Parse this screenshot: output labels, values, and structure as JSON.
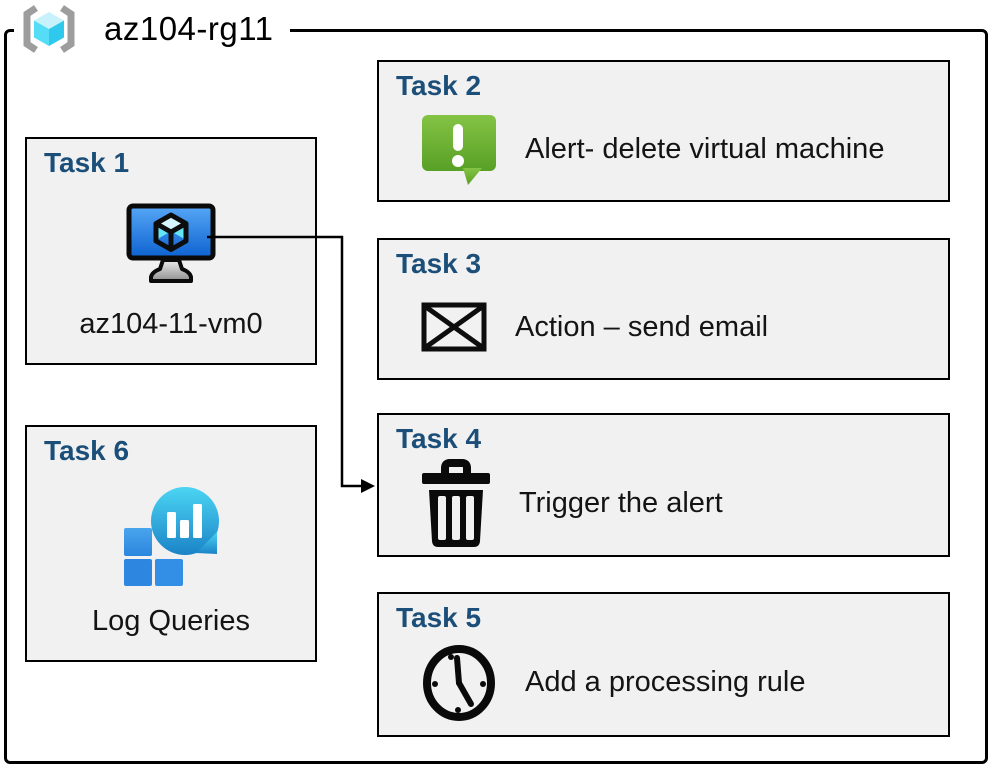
{
  "header": {
    "title": "az104-rg11",
    "icon": "resource-group-icon"
  },
  "tasks": [
    {
      "id": "task1",
      "title": "Task 1",
      "label": "az104-11-vm0",
      "icon": "virtual-machine-icon",
      "column": "left"
    },
    {
      "id": "task2",
      "title": "Task 2",
      "label": "Alert- delete virtual machine",
      "icon": "alert-icon",
      "column": "right"
    },
    {
      "id": "task3",
      "title": "Task 3",
      "label": "Action – send email",
      "icon": "email-icon",
      "column": "right"
    },
    {
      "id": "task4",
      "title": "Task 4",
      "label": "Trigger the alert",
      "icon": "trash-icon",
      "column": "right"
    },
    {
      "id": "task5",
      "title": "Task 5",
      "label": "Add a processing rule",
      "icon": "clock-icon",
      "column": "right"
    },
    {
      "id": "task6",
      "title": "Task 6",
      "label": "Log Queries",
      "icon": "log-queries-icon",
      "column": "left"
    }
  ],
  "connections": [
    {
      "from": "task1",
      "to": "task4",
      "type": "arrow"
    }
  ],
  "colors": {
    "title-blue": "#1b4e78",
    "box-fill": "#f1f1f1",
    "border-black": "#000000",
    "alert-green-top": "#82c341",
    "alert-green-bottom": "#5a9e27",
    "vm-screen-top": "#52a4f5",
    "vm-screen-bottom": "#0d62d0",
    "cube-cyan": "#50e6ff",
    "log-teal-top": "#4bd5f3",
    "log-teal-bottom": "#1b83c7",
    "log-square-blue": "#2f89e3",
    "bracket-gray": "#9d9d9d"
  }
}
